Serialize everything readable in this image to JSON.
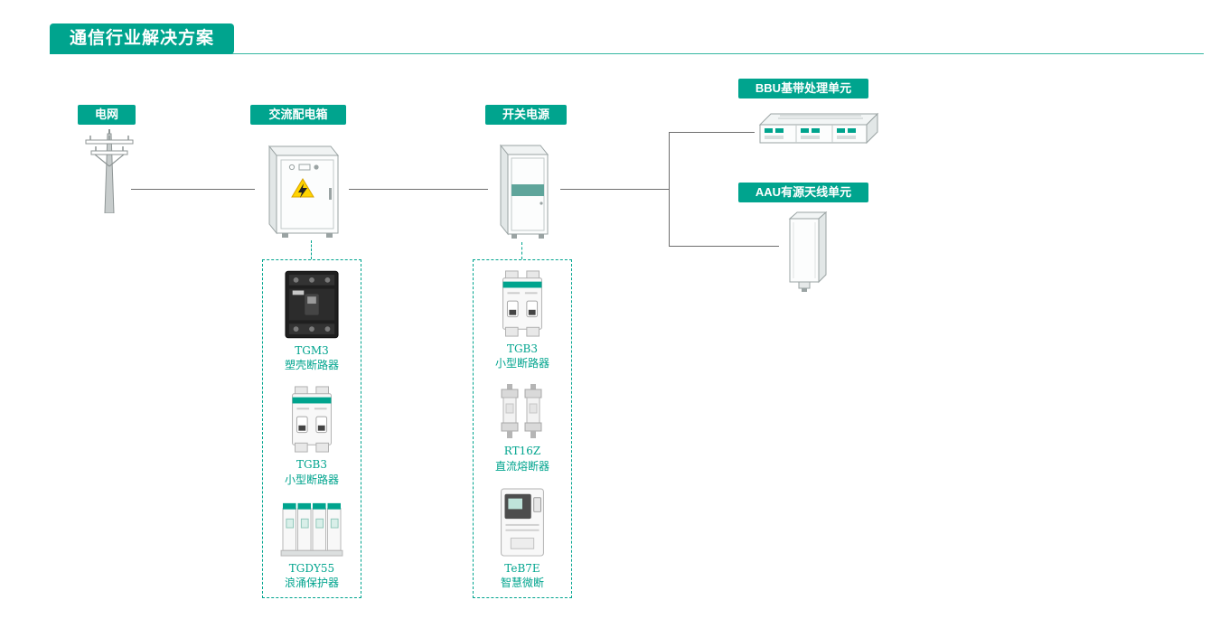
{
  "title": {
    "text": "通信行业解决方案"
  },
  "colors": {
    "accent": "#00a48e",
    "line": "#6e6e6e",
    "warning": "#ffd400"
  },
  "nodes": {
    "grid": {
      "label": "电网",
      "icon": "utility-pole"
    },
    "distribution": {
      "label": "交流配电箱",
      "icon": "ac-distribution-cabinet"
    },
    "power": {
      "label": "开关电源",
      "icon": "switching-power-cabinet"
    },
    "bbu": {
      "label": "BBU基带处理单元",
      "icon": "bbu-baseband-unit"
    },
    "aau": {
      "label": "AAU有源天线单元",
      "icon": "aau-antenna-unit"
    }
  },
  "product_groups": [
    {
      "linked_node": "交流配电箱",
      "products": [
        {
          "model": "TGM3",
          "name": "塑壳断路器"
        },
        {
          "model": "TGB3",
          "name": "小型断路器"
        },
        {
          "model": "TGDY55",
          "name": "浪涌保护器"
        }
      ]
    },
    {
      "linked_node": "开关电源",
      "products": [
        {
          "model": "TGB3",
          "name": "小型断路器"
        },
        {
          "model": "RT16Z",
          "name": "直流熔断器"
        },
        {
          "model": "TeB7E",
          "name": "智慧微断"
        }
      ]
    }
  ]
}
